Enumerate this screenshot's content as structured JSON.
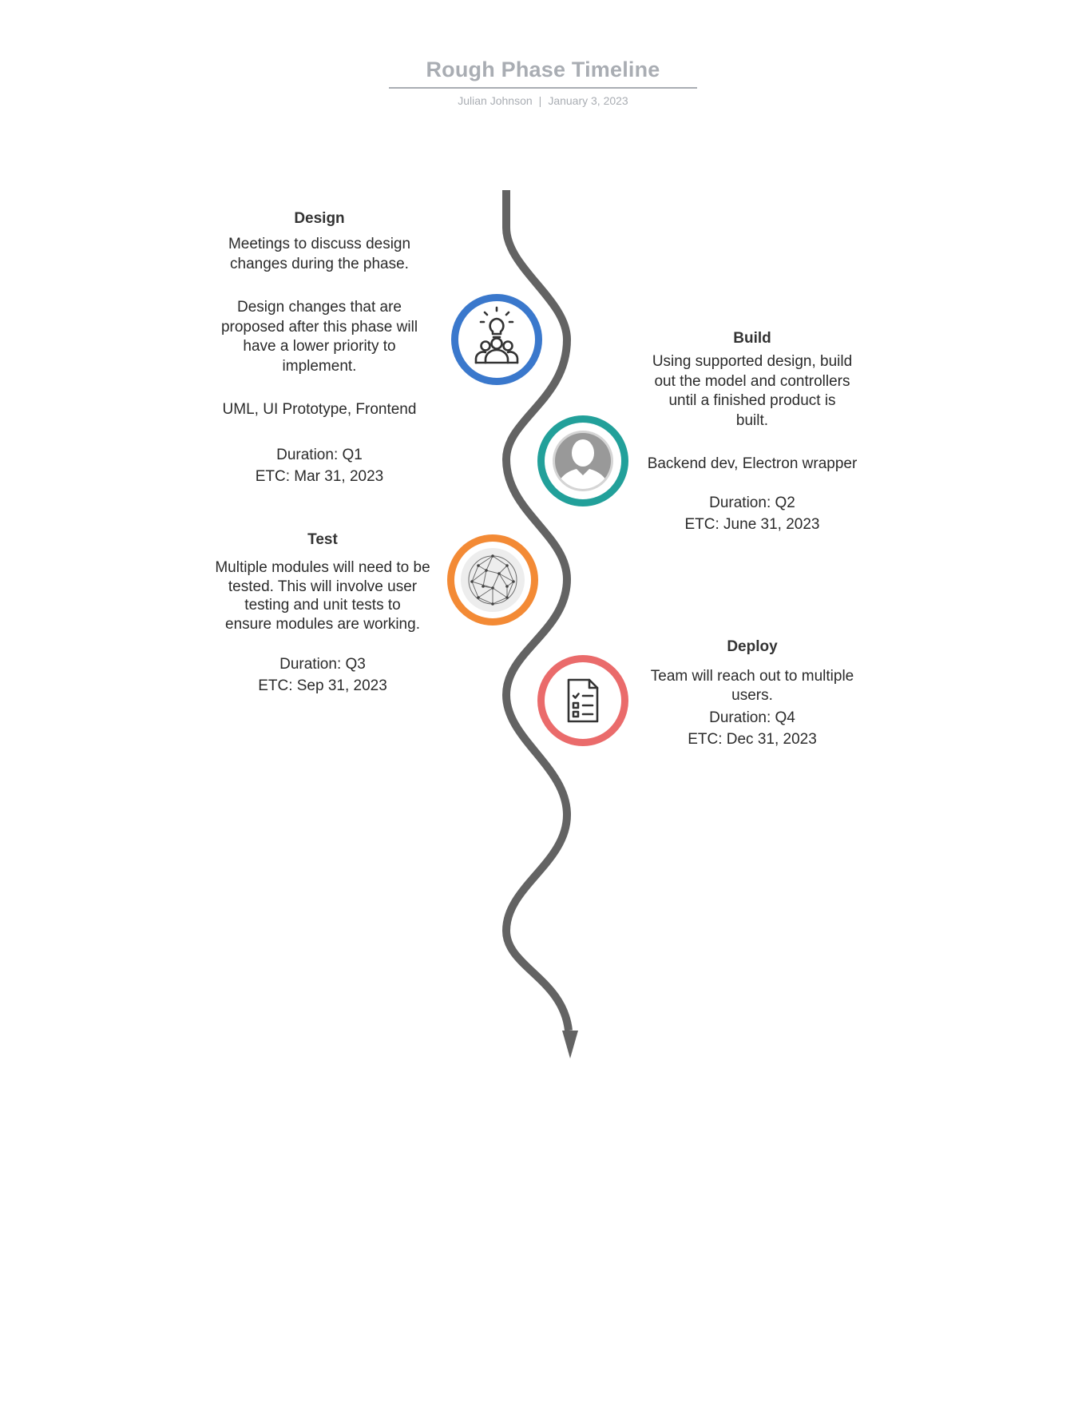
{
  "header": {
    "title": "Rough Phase Timeline",
    "author": "Julian Johnson",
    "separator": "|",
    "date": "January 3, 2023"
  },
  "phases": [
    {
      "id": "design",
      "title": "Design",
      "lines": [
        "Meetings to discuss design\n changes during the phase.",
        "Design changes that are\nproposed after this phase will\nhave a lower priority to\nimplement.",
        "UML, UI Prototype, Frontend",
        "Duration: Q1\nETC: Mar 31, 2023"
      ],
      "ring_color": "#3a78cc",
      "icon": "team-idea-icon"
    },
    {
      "id": "build",
      "title": "Build",
      "lines": [
        "Using supported design, build\n out the model and controllers\nuntil a finished product is\nbuilt.",
        "Backend dev, Electron wrapper",
        "Duration: Q2\nETC: June 31, 2023"
      ],
      "ring_color": "#22a09a",
      "icon": "user-avatar-icon"
    },
    {
      "id": "test",
      "title": "Test",
      "lines": [
        "Multiple modules will need to be\ntested. This will involve user\ntesting and unit tests to\nensure modules are working.",
        "Duration: Q3\nETC: Sep 31, 2023"
      ],
      "ring_color": "#f38a35",
      "icon": "network-sphere-icon"
    },
    {
      "id": "deploy",
      "title": "Deploy",
      "lines": [
        "Team will reach out to multiple\nusers.",
        "Duration: Q4\nETC: Dec 31, 2023"
      ],
      "ring_color": "#ea6b6b",
      "icon": "checklist-document-icon"
    }
  ],
  "path_color": "#636363"
}
